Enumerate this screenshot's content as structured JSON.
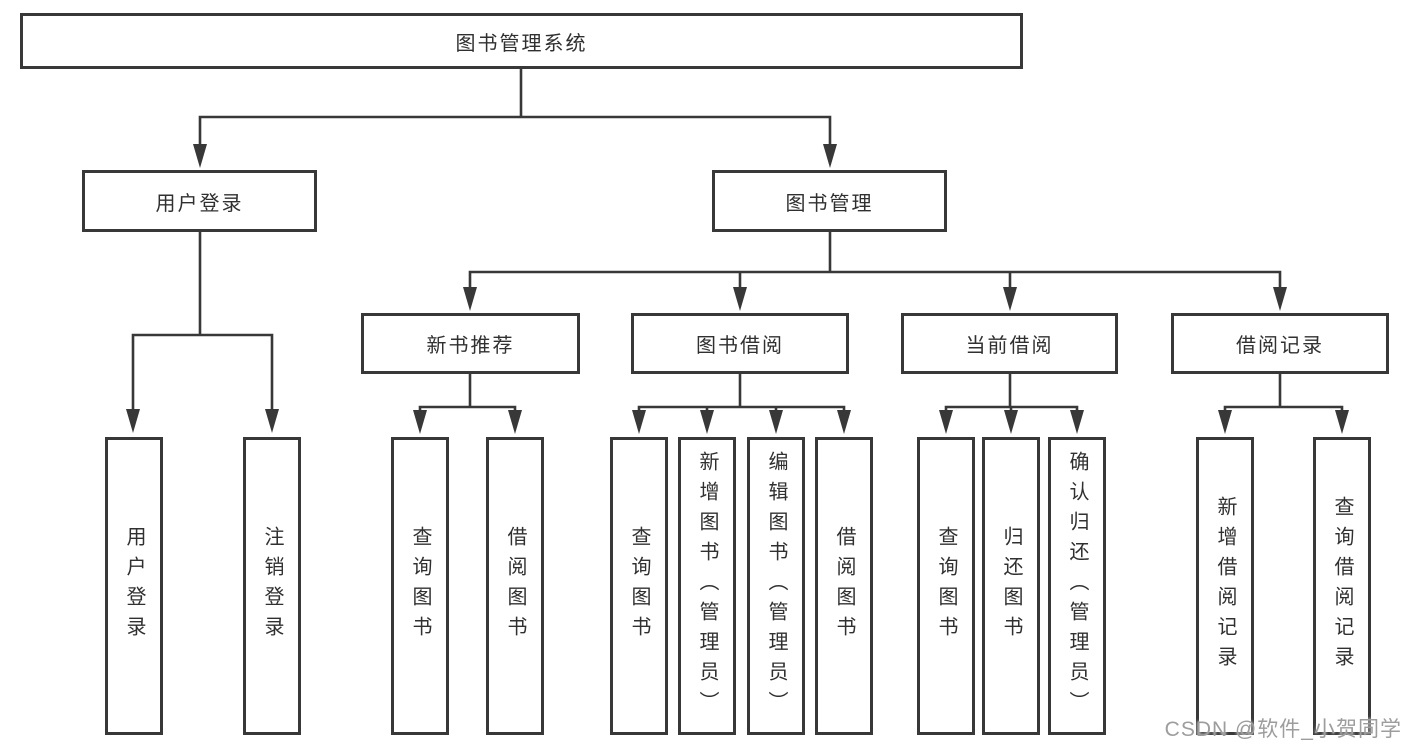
{
  "diagram_title": "图书管理系统",
  "tree": {
    "label": "图书管理系统",
    "children": [
      {
        "label": "用户登录",
        "children": [
          {
            "label": "用户登录"
          },
          {
            "label": "注销登录"
          }
        ]
      },
      {
        "label": "图书管理",
        "children": [
          {
            "label": "新书推荐",
            "children": [
              {
                "label": "查询图书"
              },
              {
                "label": "借阅图书"
              }
            ]
          },
          {
            "label": "图书借阅",
            "children": [
              {
                "label": "查询图书"
              },
              {
                "label": "新增图书（管理员）"
              },
              {
                "label": "编辑图书（管理员）"
              },
              {
                "label": "借阅图书"
              }
            ]
          },
          {
            "label": "当前借阅",
            "children": [
              {
                "label": "查询图书"
              },
              {
                "label": "归还图书"
              },
              {
                "label": "确认归还（管理员）"
              }
            ]
          },
          {
            "label": "借阅记录",
            "children": [
              {
                "label": "新增借阅记录"
              },
              {
                "label": "查询借阅记录"
              }
            ]
          }
        ]
      }
    ]
  },
  "watermark": {
    "text": "CSDN @软件_小贺同学"
  },
  "colors": {
    "line": "#383838",
    "box_border": "#383838",
    "text": "#303030",
    "watermark": "#9d9d9d",
    "background": "#ffffff"
  }
}
